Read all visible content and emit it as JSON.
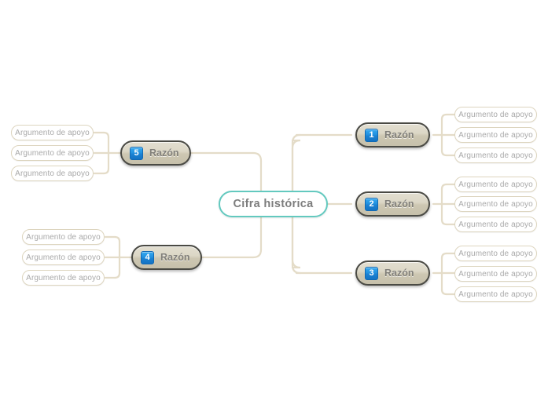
{
  "diagram": {
    "type": "mind-map",
    "title": "Cifra histórica",
    "colors": {
      "center_border": "#63c9bf",
      "center_text": "#7d7d7d",
      "branch_border": "#4a4a44",
      "branch_fill": "#dcd7c6",
      "badge_blue": "#1f8ede",
      "leaf_border": "#ddd5bf",
      "leaf_text": "#a9a9a9",
      "connector": "#e4dcc8",
      "background": "#ffffff"
    },
    "center": {
      "label": "Cifra histórica"
    },
    "branches": [
      {
        "number": "1",
        "label": "Razón",
        "side": "right",
        "leaves": [
          {
            "label": "Argumento de apoyo"
          },
          {
            "label": "Argumento de apoyo"
          },
          {
            "label": "Argumento de apoyo"
          }
        ]
      },
      {
        "number": "2",
        "label": "Razón",
        "side": "right",
        "leaves": [
          {
            "label": "Argumento de apoyo"
          },
          {
            "label": "Argumento de apoyo"
          },
          {
            "label": "Argumento de apoyo"
          }
        ]
      },
      {
        "number": "3",
        "label": "Razón",
        "side": "right",
        "leaves": [
          {
            "label": "Argumento de apoyo"
          },
          {
            "label": "Argumento de apoyo"
          },
          {
            "label": "Argumento de apoyo"
          }
        ]
      },
      {
        "number": "4",
        "label": "Razón",
        "side": "left",
        "leaves": [
          {
            "label": "Argumento de apoyo"
          },
          {
            "label": "Argumento de apoyo"
          },
          {
            "label": "Argumento de apoyo"
          }
        ]
      },
      {
        "number": "5",
        "label": "Razón",
        "side": "left",
        "leaves": [
          {
            "label": "Argumento de apoyo"
          },
          {
            "label": "Argumento de apoyo"
          },
          {
            "label": "Argumento de apoyo"
          }
        ]
      }
    ]
  }
}
